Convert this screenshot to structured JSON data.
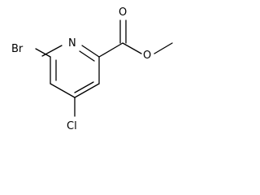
{
  "molecule": {
    "atoms": {
      "br": "Br",
      "n": "N",
      "o_carbonyl": "O",
      "o_ester": "O",
      "cl": "Cl"
    },
    "colors": {
      "bond": "#000000",
      "label": "#000000",
      "background": "#ffffff"
    }
  }
}
